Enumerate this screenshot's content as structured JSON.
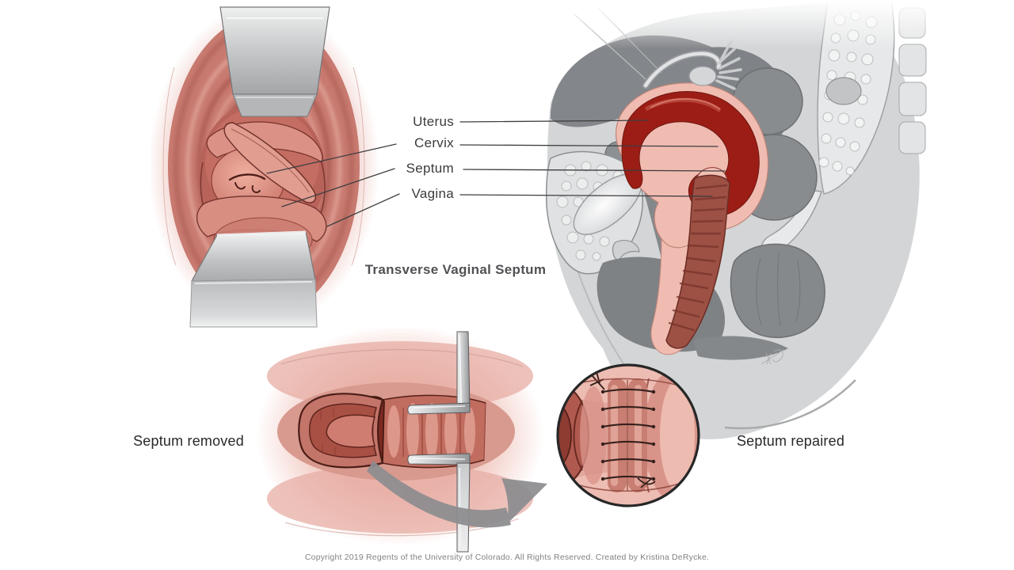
{
  "title": "Transverse Vaginal Septum",
  "anatomy_labels": {
    "uterus": "Uterus",
    "cervix": "Cervix",
    "septum": "Septum",
    "vagina": "Vagina"
  },
  "captions": {
    "septum_removed": "Septum removed",
    "septum_repaired": "Septum repaired"
  },
  "footer": {
    "copyright": "Copyright 2019 Regents of the University of Colorado. All Rights Reserved. Created by Kristina DeRycke."
  },
  "icons": {
    "curved_arrow": "curved-arrow-icon",
    "artist_signature": "artist-signature"
  },
  "colors": {
    "uterus_red": "#9c1d15",
    "tissue_pink": "#cc7a70",
    "tissue_pink_light": "#f0bcb2",
    "septum_dark_red": "#7b2a21",
    "instrument_gray": "#c6c8c9",
    "body_gray": "#d3d5d6",
    "arrow_gray": "#8d8d90",
    "leader_line": "#3e3e40",
    "label_text": "#3b3b3d",
    "title_text": "#515155",
    "copyright_text": "#828286"
  }
}
